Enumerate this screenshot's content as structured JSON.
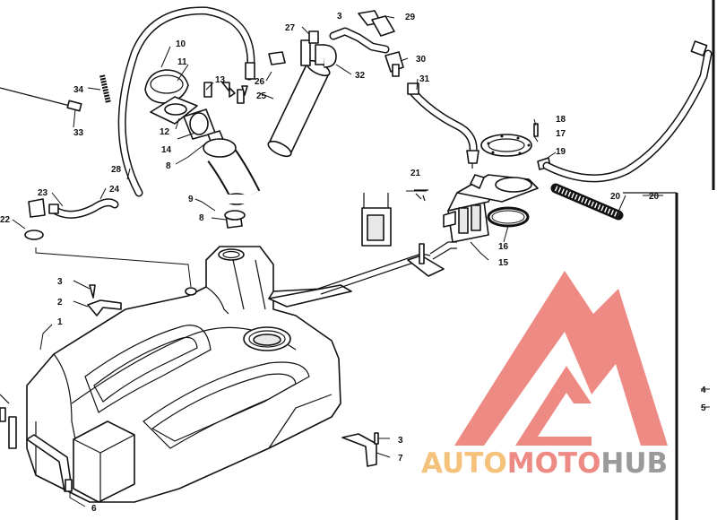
{
  "callouts": {
    "n1": "1",
    "n2": "2",
    "n3": "3",
    "n3b": "3",
    "n3c": "3",
    "n4": "4",
    "n5": "5",
    "n6": "6",
    "n7": "7",
    "n8": "8",
    "n8b": "8",
    "n9": "9",
    "n10": "10",
    "n11": "11",
    "n12": "12",
    "n13": "13",
    "n14": "14",
    "n15": "15",
    "n16": "16",
    "n17": "17",
    "n18": "18",
    "n19": "19",
    "n20": "20",
    "n20b": "20",
    "n21": "21",
    "n22": "22",
    "n23": "23",
    "n24": "24",
    "n25": "25",
    "n26": "26",
    "n27": "27",
    "n28": "28",
    "n29": "29",
    "n30": "30",
    "n31": "31",
    "n32": "32",
    "n33": "33",
    "n34": "34"
  },
  "watermark": {
    "part1": "AUTO",
    "part2": "MOTO",
    "part3": "HUB",
    "colors": {
      "logo": "#ee8a84",
      "auto": "#f4c27a",
      "moto": "#ee8a84",
      "hub": "#9a9a9a"
    }
  }
}
